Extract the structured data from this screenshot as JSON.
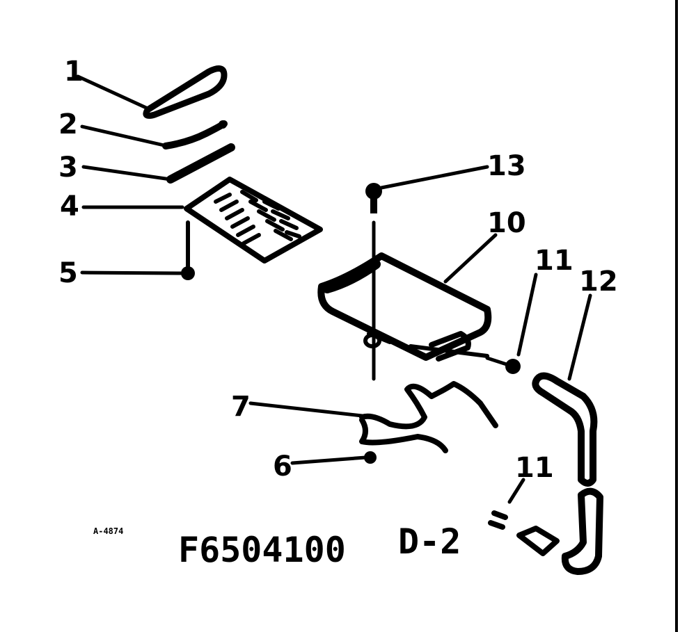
{
  "diagram": {
    "callouts": {
      "c1": "1",
      "c2": "2",
      "c3": "3",
      "c4": "4",
      "c5": "5",
      "c6": "6",
      "c7": "7",
      "c10": "10",
      "c11a": "11",
      "c11b": "11",
      "c12": "12",
      "c13": "13"
    },
    "small_code": "A-4874",
    "part_number": "F6504100",
    "section": "D-2"
  }
}
